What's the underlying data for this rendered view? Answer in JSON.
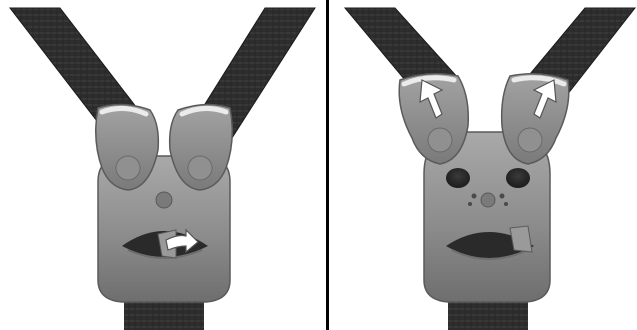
{
  "figure": {
    "panels": [
      {
        "id": "step-1",
        "arrow_count": 1,
        "arrow_meaning": "slide-release-lever"
      },
      {
        "id": "step-2",
        "arrow_count": 2,
        "arrow_meaning": "pull-tongues-up-and-out"
      }
    ]
  },
  "colors": {
    "background": "#ffffff",
    "divider": "#000000",
    "strap": "#2d2d2d",
    "strap_stripe": "#3e3e3e",
    "strap_edge": "#1a1a1a",
    "buckle_body": "#8c8c8c",
    "buckle_highlight": "#a9a9a9",
    "buckle_shadow": "#5a5a5a",
    "buckle_dark": "#2a2a2a",
    "tongue_rim": "#ebebeb",
    "arrow_fill": "#ffffff",
    "arrow_outline": "#555555"
  },
  "icons": {
    "release_arrow": "arrow-right-icon",
    "pull_arrow": "arrow-up-icon"
  }
}
